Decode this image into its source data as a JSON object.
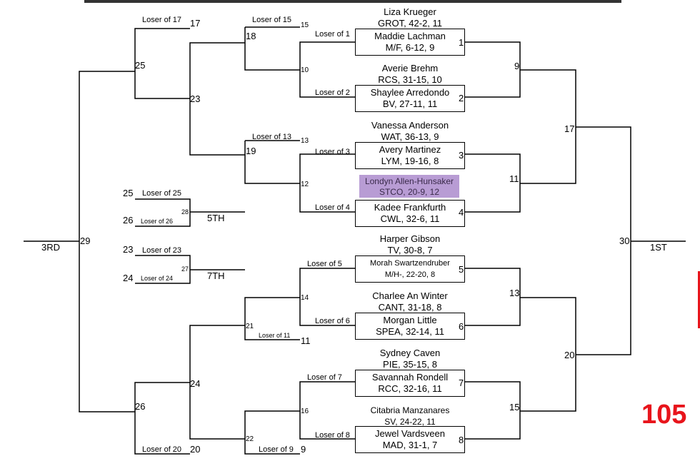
{
  "weight_class": "105",
  "places": {
    "first": "1ST",
    "third": "3RD",
    "fifth": "5TH",
    "seventh": "7TH"
  },
  "matches": [
    {
      "num": "1",
      "top": {
        "name": "Liza Krueger",
        "team": "GROT, 42-2, 11"
      },
      "bottom": {
        "name": "Maddie Lachman",
        "team": "M/F, 6-12, 9"
      }
    },
    {
      "num": "2",
      "top": {
        "name": "Averie Brehm",
        "team": "RCS, 31-15, 10"
      },
      "bottom": {
        "name": "Shaylee Arredondo",
        "team": "BV, 27-11, 11"
      }
    },
    {
      "num": "3",
      "top": {
        "name": "Vanessa Anderson",
        "team": "WAT, 36-13, 9"
      },
      "bottom": {
        "name": "Avery Martinez",
        "team": "LYM, 19-16, 8"
      }
    },
    {
      "num": "4",
      "top": {
        "name": "Londyn Allen-Hunsaker",
        "team": "STCO, 20-9, 12"
      },
      "bottom": {
        "name": "Kadee Frankfurth",
        "team": "CWL, 32-6, 11"
      }
    },
    {
      "num": "5",
      "top": {
        "name": "Harper Gibson",
        "team": "TV, 30-8, 7"
      },
      "bottom": {
        "name": "Morah Swartzendruber",
        "team": "M/H-, 22-20, 8"
      }
    },
    {
      "num": "6",
      "top": {
        "name": "Charlee An Winter",
        "team": "CANT, 31-18, 8"
      },
      "bottom": {
        "name": "Morgan Little",
        "team": "SPEA, 32-14, 11"
      }
    },
    {
      "num": "7",
      "top": {
        "name": "Sydney Caven",
        "team": "PIE, 35-15, 8"
      },
      "bottom": {
        "name": "Savannah Rondell",
        "team": "RCC, 32-16, 11"
      }
    },
    {
      "num": "8",
      "top": {
        "name": "Citabria Manzanares",
        "team": "SV, 24-22, 11"
      },
      "bottom": {
        "name": "Jewel Vardsveen",
        "team": "MAD, 31-1, 7"
      }
    }
  ],
  "champ_nums": {
    "m9": "9",
    "m11": "11",
    "m13": "13",
    "m15": "15",
    "m17": "17",
    "m20": "20",
    "m30": "30"
  },
  "loser_labels": {
    "l1": "Loser of 1",
    "l2": "Loser of 2",
    "l3": "Loser of 3",
    "l4": "Loser of 4",
    "l5": "Loser of 5",
    "l6": "Loser of 6",
    "l7": "Loser of 7",
    "l8": "Loser of 8",
    "l9": "Loser of 9",
    "l11": "Loser of 11",
    "l13": "Loser of 13",
    "l15": "Loser of 15",
    "l17": "Loser of 17",
    "l20": "Loser of 20",
    "l23": "Loser of 23",
    "l24": "Loser of 24",
    "l25": "Loser of 25",
    "l26": "Loser of 26"
  },
  "cons_nums": {
    "n9": "9",
    "n10": "10",
    "n11": "11",
    "n12": "12",
    "n13": "13",
    "n14": "14",
    "n15": "15",
    "n16": "16",
    "n17": "17",
    "n18": "18",
    "n19": "19",
    "n20": "20",
    "n21": "21",
    "n22": "22",
    "n23": "23",
    "n24": "24",
    "n25": "25",
    "n26": "26",
    "n27": "27",
    "n28": "28",
    "n29": "29",
    "p23": "23",
    "p24": "24",
    "p25": "25",
    "p26": "26"
  }
}
